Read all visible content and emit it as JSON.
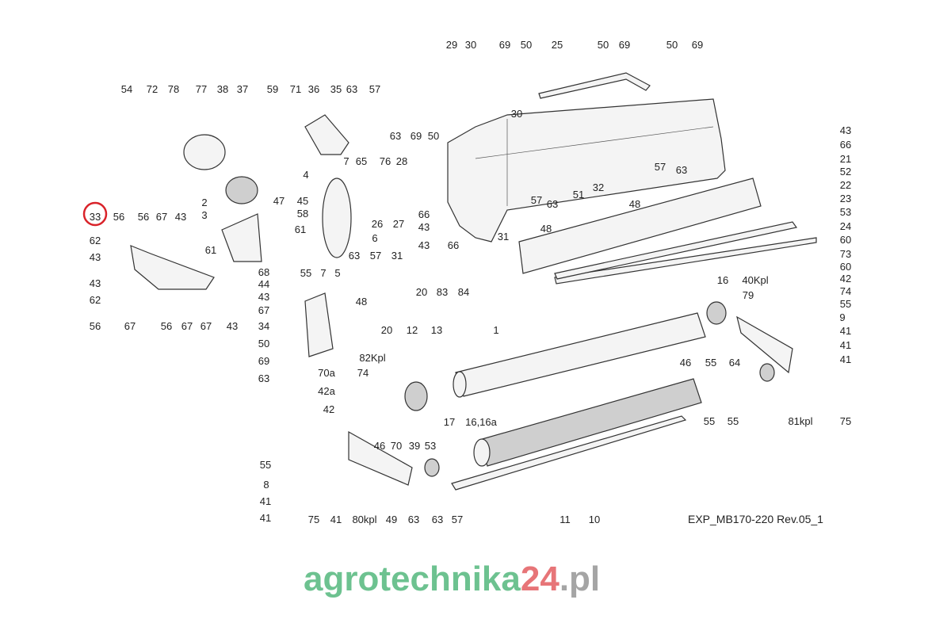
{
  "diagram": {
    "drawing_code": "EXP_MB170-220 Rev.05_1",
    "highlighted_part": "33",
    "highlight_color": "#d9232a",
    "watermark": {
      "part1": "agrotechnika",
      "part2": "24",
      "part3": ".pl",
      "color1": "#3dae6b",
      "color2": "#e0474c",
      "color3": "#888888"
    },
    "labels": [
      "29",
      "30",
      "69",
      "50",
      "25",
      "50",
      "69",
      "50",
      "69",
      "54",
      "72",
      "78",
      "77",
      "38",
      "37",
      "59",
      "71",
      "36",
      "35",
      "63",
      "57",
      "30",
      "63",
      "69",
      "50",
      "43",
      "66",
      "21",
      "52",
      "22",
      "23",
      "53",
      "24",
      "60",
      "73",
      "60",
      "42",
      "74",
      "55",
      "9",
      "41",
      "41",
      "41",
      "75",
      "7",
      "65",
      "76",
      "28",
      "57",
      "63",
      "32",
      "51",
      "57",
      "63",
      "48",
      "48",
      "31",
      "4",
      "2",
      "47",
      "45",
      "58",
      "3",
      "61",
      "61",
      "55",
      "7",
      "5",
      "6",
      "26",
      "27",
      "66",
      "43",
      "43",
      "66",
      "63",
      "57",
      "31",
      "33",
      "56",
      "56",
      "67",
      "43",
      "62",
      "43",
      "43",
      "62",
      "68",
      "44",
      "43",
      "67",
      "56",
      "67",
      "56",
      "67",
      "67",
      "43",
      "34",
      "50",
      "69",
      "63",
      "48",
      "20",
      "83",
      "84",
      "20",
      "12",
      "13",
      "1",
      "16",
      "40Kpl",
      "79",
      "82Kpl",
      "70a",
      "74",
      "42a",
      "42",
      "46",
      "55",
      "64",
      "17",
      "16,16a",
      "55",
      "55",
      "81kpl",
      "46",
      "70",
      "39",
      "53",
      "55",
      "8",
      "41",
      "41",
      "75",
      "41",
      "80kpl",
      "49",
      "63",
      "63",
      "57",
      "11",
      "10"
    ]
  }
}
